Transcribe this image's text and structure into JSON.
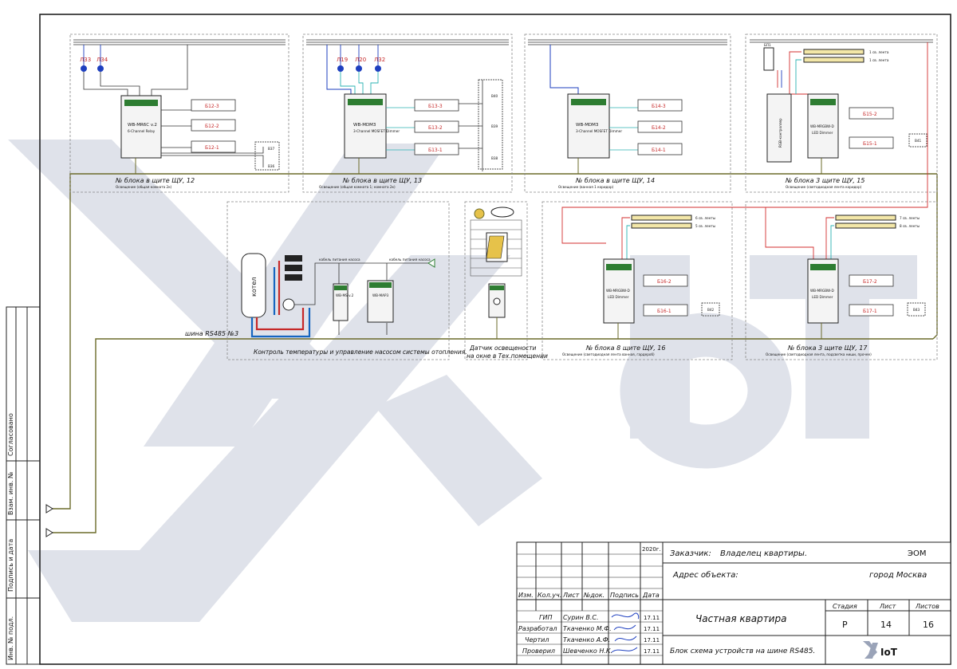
{
  "sidebar": {
    "agreed": "Согласовано",
    "replaced_inv": "Взам. инв. №",
    "sign_date": "Подпись и дата",
    "inv_orig": "Инв. № подл."
  },
  "blocks": {
    "b12": {
      "caption": "№ блока в щите ЩУ, 12",
      "sub": "Освещение (общая комната 2к)",
      "device": "WB-MR6C v.2",
      "device_sub": "6-Channel Relay",
      "lamps": [
        "Л33",
        "Л34"
      ],
      "outputs": [
        "Б12-3",
        "Б12-2",
        "Б12-1"
      ],
      "switches": [
        "В37",
        "В36"
      ]
    },
    "b13": {
      "caption": "№ блока в щите ЩУ, 13",
      "sub": "Освещение (общая комната 1; комната 2к)",
      "device": "WB-MDM3",
      "device_sub": "3-Channel MOSFET Dimmer",
      "lamps": [
        "Л19",
        "Л20",
        "Л32"
      ],
      "outputs": [
        "Б13-3",
        "Б13-2",
        "Б13-1"
      ],
      "switches": [
        "В40",
        "В39",
        "В38"
      ]
    },
    "b14": {
      "caption": "№ блока в щите ЩУ, 14",
      "sub": "Освещение (ванная 1 коридор)",
      "device": "WB-MDM3",
      "device_sub": "3-Channel MOSFET Dimmer",
      "outputs": [
        "Б14-3",
        "Б14-2",
        "Б14-1"
      ]
    },
    "b15": {
      "caption": "№ блока 3 щите ЩУ, 15",
      "sub": "Освещение (светодиодная лента коридор)",
      "device": "WB-MRGBW-D",
      "device_sub": "LED Dimmer",
      "psu": "БП1",
      "controller": "RGB-контроллер",
      "outputs": [
        "Б15-2",
        "Б15-1"
      ],
      "switches": [
        "В41"
      ],
      "strips": [
        "1 св. лента",
        "1 св. лента"
      ]
    },
    "b16": {
      "caption": "№ блока 8 щите ЩУ, 16",
      "sub": "Освещение (светодиодная лента ванная, гардероб)",
      "device": "WB-MRGBW-D",
      "device_sub": "LED Dimmer",
      "outputs": [
        "Б16-2",
        "Б16-1"
      ],
      "switches": [
        "В42"
      ],
      "strips": [
        "6 св. ленты",
        "5 св. ленты"
      ]
    },
    "b17": {
      "caption": "№ блока 3 щите ЩУ, 17",
      "sub": "Освещение (светодиодная лента, подсветка ниши, прочее)",
      "device": "WB-MRGBW-D",
      "device_sub": "LED Dimmer",
      "outputs": [
        "Б17-2",
        "Б17-1"
      ],
      "switches": [
        "В43"
      ],
      "strips": [
        "7 св. ленты",
        "8 св. ленты"
      ]
    }
  },
  "heating": {
    "caption": "Контроль температуры и управление насосом системы отопления.",
    "boiler": "котел",
    "cable1": "кабель питания насоса",
    "cable2": "кабель питания насоса",
    "device1": "WB-MS v.2",
    "device2": "WB-MAP3"
  },
  "light_sensor": {
    "caption_1": "Датчик освещености",
    "caption_2": "на окне в Тех.помещении"
  },
  "bus_label": "шина RS485 №3",
  "title_block": {
    "year": "2020г.",
    "headers": [
      "Изм.",
      "Кол.уч.",
      "Лист",
      "№док.",
      "Подпись",
      "Дата"
    ],
    "rows": [
      {
        "role": "ГИП",
        "name": "Сурин В.С.",
        "date": "17.11"
      },
      {
        "role": "Разработал",
        "name": "Ткаченко М.Ф.",
        "date": "17.11"
      },
      {
        "role": "Чертил",
        "name": "Ткаченко А.Ф.",
        "date": "17.11"
      },
      {
        "role": "Проверил",
        "name": "Шевченко Н.К.",
        "date": "17.11"
      }
    ],
    "customer_label": "Заказчик:",
    "customer": "Владелец квартиры.",
    "code": "ЭОМ",
    "address_label": "Адрес объекта:",
    "address": "город Москва",
    "project": "Частная квартира",
    "stage_label": "Стадия",
    "sheet_label": "Лист",
    "sheets_label": "Листов",
    "stage": "Р",
    "sheet": "14",
    "sheets": "16",
    "drawing_title": "Блок схема устройств на шине RS485.",
    "logo_text": "IoT"
  },
  "colors": {
    "bus": "#6b6b2a",
    "red": "#d32f2f",
    "blue": "#1e3fbf",
    "cyan": "#2bb3b3",
    "watermark": "#d9dce4"
  }
}
